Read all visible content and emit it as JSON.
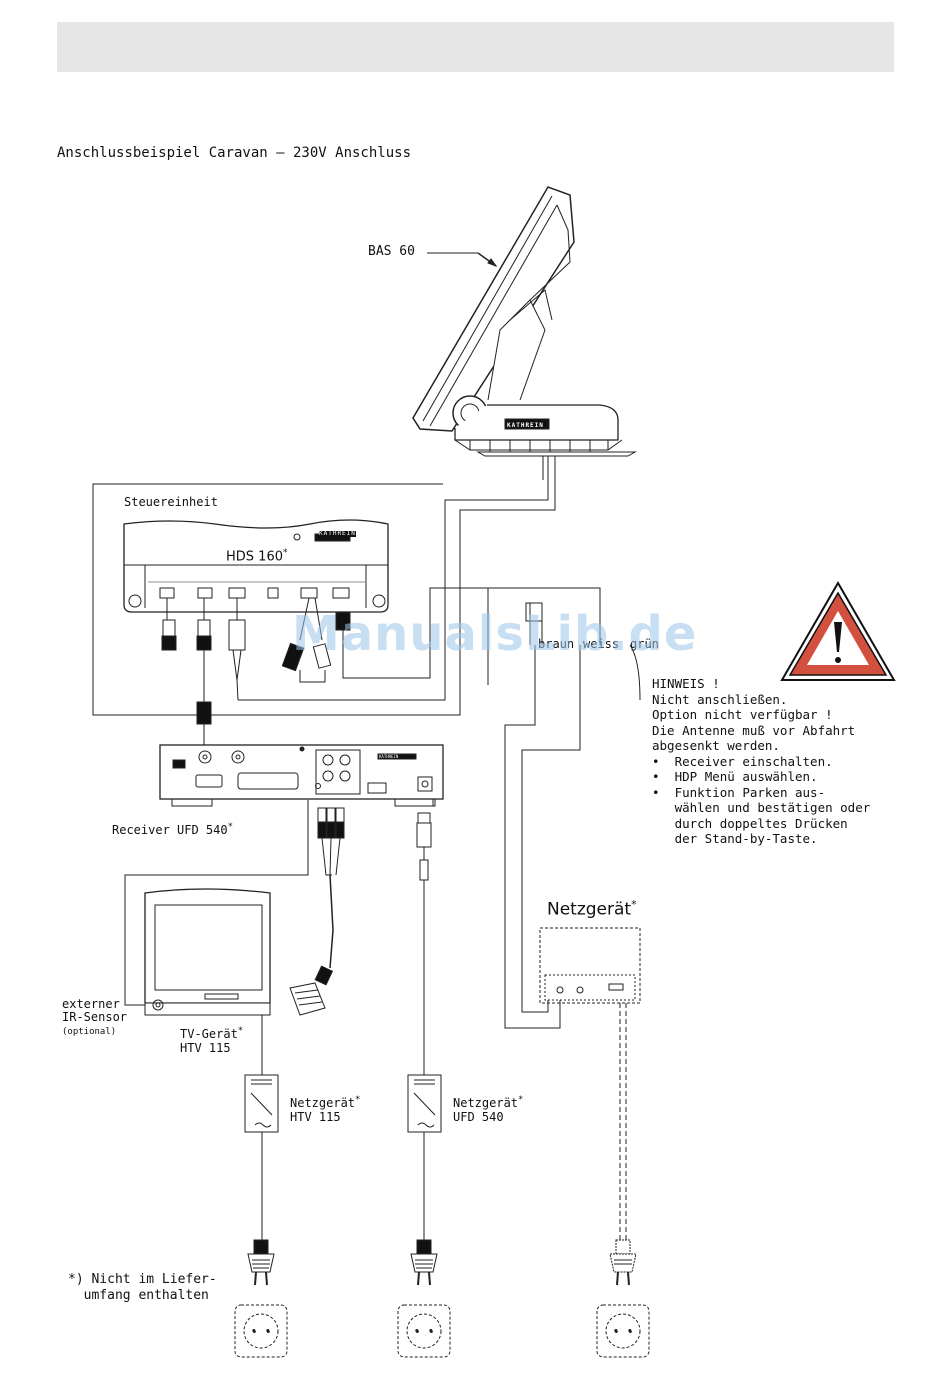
{
  "page": {
    "title": "Anschlussbeispiel Caravan – 230V Anschluss",
    "watermark": "ManualsLib.de"
  },
  "labels": {
    "antenna": "BAS 60",
    "control_unit": "Steuereinheit",
    "control_model": "HDS 160",
    "asterisk": "*",
    "receiver": "Receiver UFD 540",
    "ext_sensor_1": "externer",
    "ext_sensor_2": "IR-Sensor",
    "ext_sensor_3": "(optional)",
    "tv_1": "TV-Gerät",
    "tv_2": "HTV 115",
    "psu_main": "Netzgerät",
    "psu_tv_1": "Netzgerät",
    "psu_tv_2": "HTV 115",
    "psu_rx_1": "Netzgerät",
    "psu_rx_2": "UFD 540",
    "wire_braun": "braun",
    "wire_weiss": "weiss",
    "wire_gruen": "grün",
    "brand": "KATHREIN",
    "footnote_1": "*) Nicht im Liefer-",
    "footnote_2": "umfang enthalten"
  },
  "note": {
    "title": "HINWEIS !",
    "line1": "Nicht anschließen.",
    "line2": "Option nicht verfügbar !",
    "line3": "Die Antenne muß vor Abfahrt",
    "line4": "abgesenkt werden.",
    "bullet": "•",
    "item1": "Receiver einschalten.",
    "item2": "HDP Menü auswählen.",
    "item3a": "Funktion Parken aus-",
    "item3b": "wählen und bestätigen oder",
    "item3c": "durch doppeltes Drücken",
    "item3d": "der Stand-by-Taste."
  }
}
